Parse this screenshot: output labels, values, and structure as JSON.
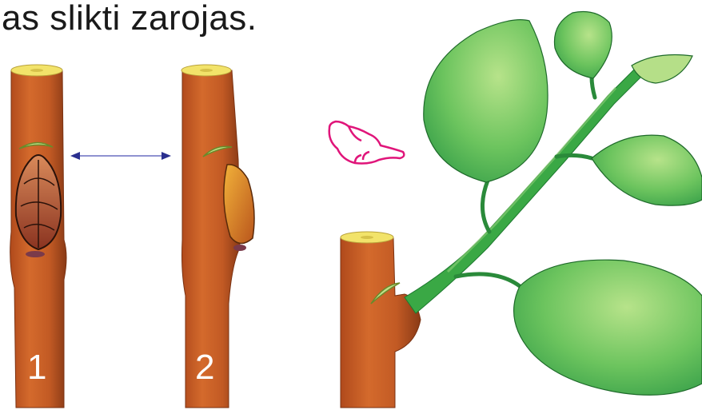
{
  "caption": "as slikti zarojas.",
  "labels": {
    "stem_one": "1",
    "stem_two": "2"
  },
  "colors": {
    "bark": "#c8602a",
    "bark_dark": "#8a3a16",
    "cut_face": "#f2e36a",
    "leaf": "#5cbf5a",
    "leaf_light": "#a9dc78",
    "shoot": "#2f9f3a",
    "arrow": "#2a2f8f",
    "hand_outline": "#e0157a"
  }
}
